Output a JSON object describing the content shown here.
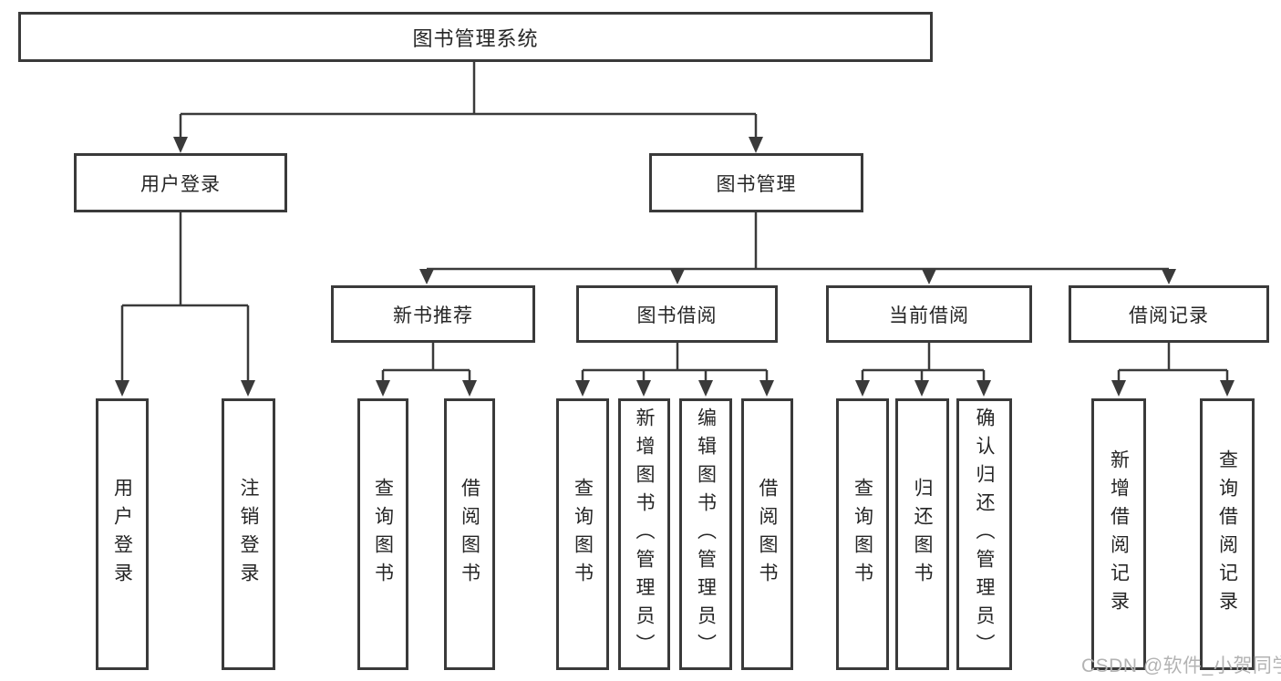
{
  "tree": {
    "root": "图书管理系统",
    "children": [
      {
        "label": "用户登录",
        "children": [
          {
            "label": "用户登录"
          },
          {
            "label": "注销登录"
          }
        ]
      },
      {
        "label": "图书管理",
        "children": [
          {
            "label": "新书推荐",
            "children": [
              {
                "label": "查询图书"
              },
              {
                "label": "借阅图书"
              }
            ]
          },
          {
            "label": "图书借阅",
            "children": [
              {
                "label": "查询图书"
              },
              {
                "label": "新增图书（管理员）"
              },
              {
                "label": "编辑图书（管理员）"
              },
              {
                "label": "借阅图书"
              }
            ]
          },
          {
            "label": "当前借阅",
            "children": [
              {
                "label": "查询图书"
              },
              {
                "label": "归还图书"
              },
              {
                "label": "确认归还（管理员）"
              }
            ]
          },
          {
            "label": "借阅记录",
            "children": [
              {
                "label": "新增借阅记录"
              },
              {
                "label": "查询借阅记录"
              }
            ]
          }
        ]
      }
    ]
  },
  "watermark": {
    "text": "CSDN @软件_小贺同学"
  },
  "colors": {
    "box_border": "#3a3a3a",
    "connector_line": "#3a3a3a",
    "text": "#262626",
    "watermark": "#b3b3b3",
    "background": "#ffffff"
  }
}
